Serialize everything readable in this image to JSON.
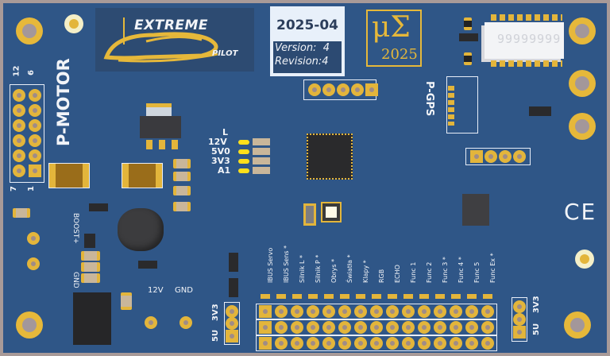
{
  "board": {
    "background_color": "#2f5687",
    "frame_color": "#a89a98",
    "pad_color": "#e3b53b",
    "silk_color": "#f2f4f8"
  },
  "logo": {
    "brand_top": "EXTREME",
    "brand_bottom": "PILOT",
    "brand_color": "#e6b83a"
  },
  "version_box": {
    "date": "2025-04",
    "version": "Version:  4",
    "revision": "Revision:4"
  },
  "mu_sigma": {
    "symbol": "μΣ",
    "year": "2025"
  },
  "dip_switch": {
    "digits": "99999999"
  },
  "connectors": {
    "p_motor": {
      "label": "P-MOTOR",
      "pin_top_left": "12",
      "pin_top_right": "6",
      "pin_bottom_left": "7",
      "pin_bottom_right": "1"
    },
    "p_gps": {
      "label": "P-GPS"
    },
    "boost": {
      "label": "BOOST+"
    },
    "gnd_left": {
      "label": "GND"
    },
    "v12": {
      "label": "12V"
    },
    "gnd_bottom": {
      "label": "GND"
    },
    "jumper_left": {
      "top": "3V3",
      "bottom": "5U"
    },
    "jumper_right": {
      "top": "3V3",
      "bottom": "5U"
    }
  },
  "leds": {
    "header": "L",
    "items": [
      "12V",
      "5V0",
      "3V3",
      "A1"
    ]
  },
  "header_labels": [
    "IBUS Servo",
    "IBUS Sens *",
    "Silnik L *",
    "Silnik P *",
    "Obrys *",
    "Światła *",
    "Klapy *",
    "RGB",
    "ECHO",
    "Func 1",
    "Func 2",
    "Func 3 *",
    "Func 4 *",
    "Func 5",
    "Func Ex *"
  ],
  "ce_mark": "CE"
}
